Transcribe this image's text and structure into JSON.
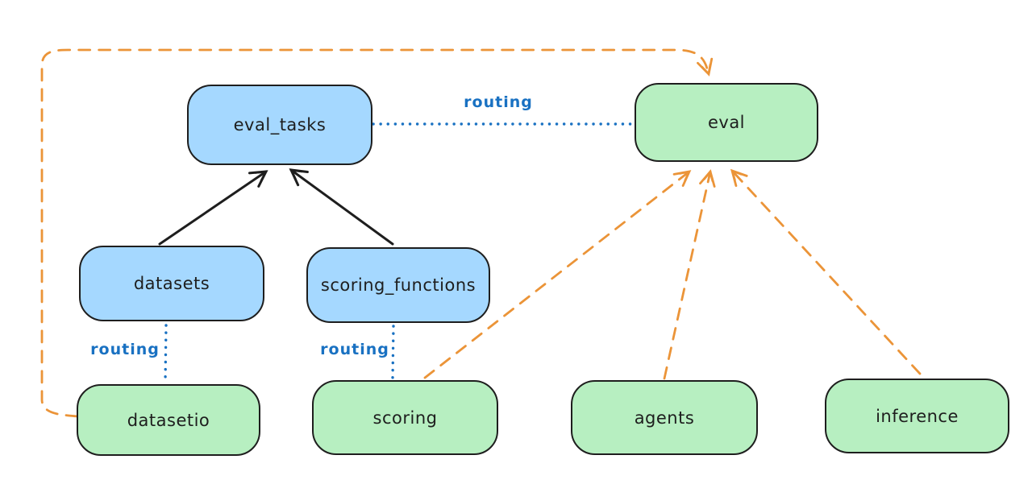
{
  "nodes": {
    "eval_tasks": {
      "label": "eval_tasks",
      "fill": "#a5d8ff"
    },
    "eval": {
      "label": "eval",
      "fill": "#b7efc1"
    },
    "datasets": {
      "label": "datasets",
      "fill": "#a5d8ff"
    },
    "scoring_functions": {
      "label": "scoring_functions",
      "fill": "#a5d8ff"
    },
    "datasetio": {
      "label": "datasetio",
      "fill": "#b7efc1"
    },
    "scoring": {
      "label": "scoring",
      "fill": "#b7efc1"
    },
    "agents": {
      "label": "agents",
      "fill": "#b7efc1"
    },
    "inference": {
      "label": "inference",
      "fill": "#b7efc1"
    }
  },
  "edge_labels": {
    "eval_tasks_to_eval": "routing",
    "datasets_to_datasetio": "routing",
    "scoring_functions_to_scoring": "routing"
  },
  "colors": {
    "node_stroke": "#1e1e1e",
    "blue_node_fill": "#a5d8ff",
    "green_node_fill": "#b7efc1",
    "routing_line_blue": "#1971c2",
    "dashed_orange": "#eb9438",
    "solid_arrow_black": "#1e1e1e",
    "background": "#ffffff"
  }
}
